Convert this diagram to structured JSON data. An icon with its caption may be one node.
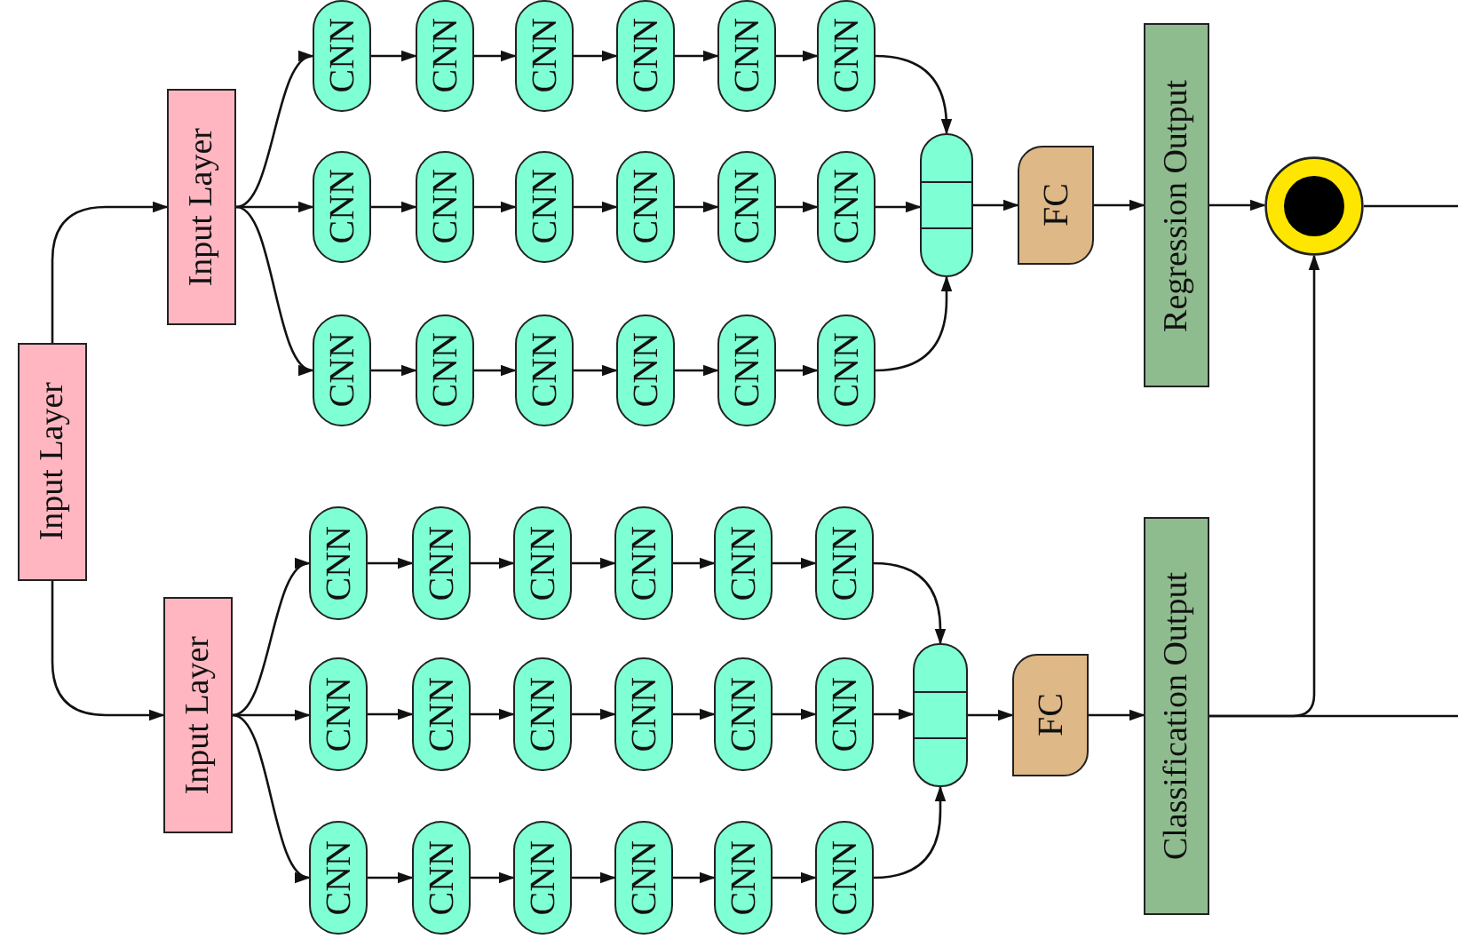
{
  "diagram": {
    "nodes": [
      {
        "text": [
          "Input Layer"
        ]
      },
      {
        "text": [
          "Input Layer"
        ]
      },
      {
        "text": [
          "CNN"
        ]
      },
      {
        "text": [
          "CNN"
        ]
      },
      {
        "text": [
          "CNN"
        ]
      },
      {
        "text": [
          "CNN"
        ]
      },
      {
        "text": [
          "CNN"
        ]
      },
      {
        "text": [
          "CNN"
        ]
      },
      {
        "text": [
          "CNN"
        ]
      },
      {
        "text": [
          "CNN"
        ]
      },
      {
        "text": [
          "CNN"
        ]
      },
      {
        "text": [
          "CNN"
        ]
      },
      {
        "text": [
          "CNN"
        ]
      },
      {
        "text": [
          "CNN"
        ]
      },
      {
        "text": [
          "CNN"
        ]
      },
      {
        "text": [
          "CNN"
        ]
      },
      {
        "text": [
          "CNN"
        ]
      },
      {
        "text": [
          "CNN"
        ]
      },
      {
        "text": [
          "CNN"
        ]
      },
      {
        "text": [
          "CNN"
        ]
      },
      {
        "text": [],
        "shape": "box"
      },
      {
        "text": [
          "FC"
        ]
      },
      {
        "text": [
          "Regression Output"
        ]
      },
      {
        "text": [],
        "shape": "circle"
      },
      {
        "text": [
          "Input Layer"
        ]
      },
      {
        "text": [
          "CNN"
        ]
      },
      {
        "text": [
          "CNN"
        ]
      },
      {
        "text": [
          "CNN"
        ]
      },
      {
        "text": [
          "CNN"
        ]
      },
      {
        "text": [
          "CNN"
        ]
      },
      {
        "text": [
          "CNN"
        ]
      },
      {
        "text": [
          "CNN"
        ]
      },
      {
        "text": [
          "CNN"
        ]
      },
      {
        "text": [
          "CNN"
        ]
      },
      {
        "text": [
          "CNN"
        ]
      },
      {
        "text": [
          "CNN"
        ]
      },
      {
        "text": [
          "CNN"
        ]
      },
      {
        "text": [
          "CNN"
        ]
      },
      {
        "text": [
          "CNN"
        ]
      },
      {
        "text": [
          "CNN"
        ]
      },
      {
        "text": [
          "CNN"
        ]
      },
      {
        "text": [
          "CNN"
        ]
      },
      {
        "text": [
          "CNN"
        ]
      },
      {
        "text": [],
        "shape": "box"
      },
      {
        "text": [
          "FC"
        ]
      },
      {
        "text": [
          "Classification Output"
        ]
      }
    ],
    "edges": [
      {
        "from": 0,
        "to": 1,
        "arrow": "to"
      },
      {
        "from": 0,
        "to": 24,
        "arrow": "to"
      },
      {
        "from": 1,
        "to": 2,
        "arrow": "to"
      },
      {
        "from": 1,
        "to": 8,
        "arrow": "to"
      },
      {
        "from": 1,
        "to": 14,
        "arrow": "to"
      },
      {
        "from": 2,
        "to": 3,
        "arrow": "to"
      },
      {
        "from": 3,
        "to": 4,
        "arrow": "to"
      },
      {
        "from": 4,
        "to": 5,
        "arrow": "to"
      },
      {
        "from": 5,
        "to": 6,
        "arrow": "to"
      },
      {
        "from": 6,
        "to": 7,
        "arrow": "to"
      },
      {
        "from": 8,
        "to": 9,
        "arrow": "to"
      },
      {
        "from": 9,
        "to": 10,
        "arrow": "to"
      },
      {
        "from": 10,
        "to": 11,
        "arrow": "to"
      },
      {
        "from": 11,
        "to": 12,
        "arrow": "to"
      },
      {
        "from": 12,
        "to": 13,
        "arrow": "to"
      },
      {
        "from": 14,
        "to": 15,
        "arrow": "to"
      },
      {
        "from": 15,
        "to": 16,
        "arrow": "to"
      },
      {
        "from": 16,
        "to": 17,
        "arrow": "to"
      },
      {
        "from": 17,
        "to": 18,
        "arrow": "to"
      },
      {
        "from": 18,
        "to": 19,
        "arrow": "to"
      },
      {
        "from": 7,
        "to": 20,
        "arrow": "to"
      },
      {
        "from": 13,
        "to": 20,
        "arrow": "to"
      },
      {
        "from": 19,
        "to": 20,
        "arrow": "to"
      },
      {
        "from": 20,
        "to": 21,
        "arrow": "to"
      },
      {
        "from": 21,
        "to": 22,
        "arrow": "to"
      },
      {
        "from": 22,
        "to": 23,
        "arrow": "to"
      },
      {
        "from": 23,
        "to": null,
        "arrow": "none"
      },
      {
        "from": 24,
        "to": 25,
        "arrow": "to"
      },
      {
        "from": 24,
        "to": 31,
        "arrow": "to"
      },
      {
        "from": 24,
        "to": 37,
        "arrow": "to"
      },
      {
        "from": 25,
        "to": 26,
        "arrow": "to"
      },
      {
        "from": 26,
        "to": 27,
        "arrow": "to"
      },
      {
        "from": 27,
        "to": 28,
        "arrow": "to"
      },
      {
        "from": 28,
        "to": 29,
        "arrow": "to"
      },
      {
        "from": 29,
        "to": 30,
        "arrow": "to"
      },
      {
        "from": 31,
        "to": 32,
        "arrow": "to"
      },
      {
        "from": 32,
        "to": 33,
        "arrow": "to"
      },
      {
        "from": 33,
        "to": 34,
        "arrow": "to"
      },
      {
        "from": 34,
        "to": 35,
        "arrow": "to"
      },
      {
        "from": 35,
        "to": 36,
        "arrow": "to"
      },
      {
        "from": 37,
        "to": 38,
        "arrow": "to"
      },
      {
        "from": 38,
        "to": 39,
        "arrow": "to"
      },
      {
        "from": 39,
        "to": 40,
        "arrow": "to"
      },
      {
        "from": 40,
        "to": 41,
        "arrow": "to"
      },
      {
        "from": 41,
        "to": 42,
        "arrow": "to"
      },
      {
        "from": 30,
        "to": 43,
        "arrow": "to"
      },
      {
        "from": 36,
        "to": 43,
        "arrow": "to"
      },
      {
        "from": 42,
        "to": 43,
        "arrow": "to"
      },
      {
        "from": 43,
        "to": 44,
        "arrow": "to"
      },
      {
        "from": 44,
        "to": 45,
        "arrow": "to"
      },
      {
        "from": 45,
        "to": 23,
        "arrow": "to"
      },
      {
        "from": 45,
        "to": null,
        "arrow": "none"
      }
    ]
  }
}
